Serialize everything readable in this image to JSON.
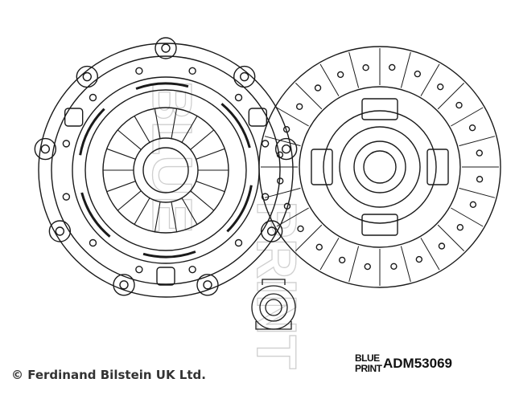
{
  "copyright": "© Ferdinand Bilstein UK Ltd.",
  "logo": {
    "line1": "BLUE",
    "line2": "PRINT"
  },
  "part_number": "ADM53069",
  "watermark": "BLUE PRINT",
  "colors": {
    "line": "#1a1a1a",
    "text": "#333333",
    "watermark": "#cccccc"
  }
}
